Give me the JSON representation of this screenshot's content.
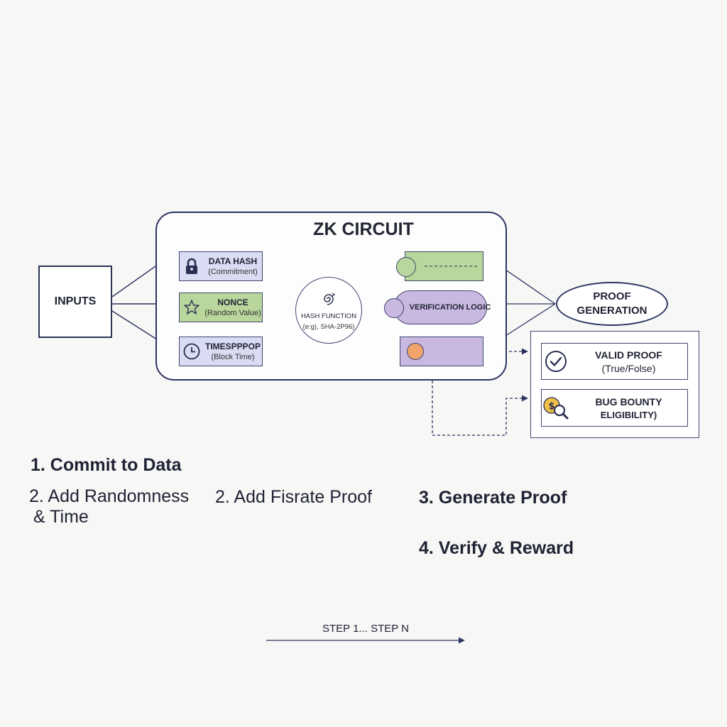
{
  "inputs": {
    "label": "INPUTS"
  },
  "circuit": {
    "title": "ZK CIRCUIT",
    "nodes": [
      {
        "title": "DATA HASH",
        "subtitle": "(Commitment)",
        "icon": "lock-icon",
        "fill": "#d9dcf2"
      },
      {
        "title": "NONCE",
        "subtitle": "(Random Value)",
        "icon": "star-icon",
        "fill": "#b9d69c"
      },
      {
        "title": "TIMESPPPOP",
        "subtitle": "(Block Time)",
        "icon": "clock-icon",
        "fill": "#d9dcf2"
      }
    ],
    "hash_function": {
      "title": "HASH FUNCTION",
      "subtitle": "(e:g), SHA-2P96)",
      "icon": "spiral-icon"
    },
    "verification": {
      "label": "VERIFICATION LOGIC"
    }
  },
  "proof_generation": {
    "line1": "PROOF",
    "line2": "GENERATION"
  },
  "results": [
    {
      "title": "VALID PROOF",
      "subtitle": "(True/Folse)",
      "icon": "checkmark-icon"
    },
    {
      "title": "BUG BOUNTY",
      "subtitle": "ELIGIBILITY)",
      "icon": "coin-magnifier-icon"
    }
  ],
  "steps": {
    "step1": "1. Commit to Data",
    "step2_line1": "2. Add Randomness",
    "step2_line2": "& Time",
    "step2b": "2. Add Fisrate Proof",
    "step3": "3. Generate Proof",
    "step4": "4. Verify & Reward"
  },
  "range": {
    "label": "STEP 1... STEP N"
  },
  "colors": {
    "stroke": "#2c3360",
    "green": "#b9d69c",
    "purple": "#c9b8df",
    "lavender": "#d9dcf2",
    "orange": "#f0a36b"
  }
}
